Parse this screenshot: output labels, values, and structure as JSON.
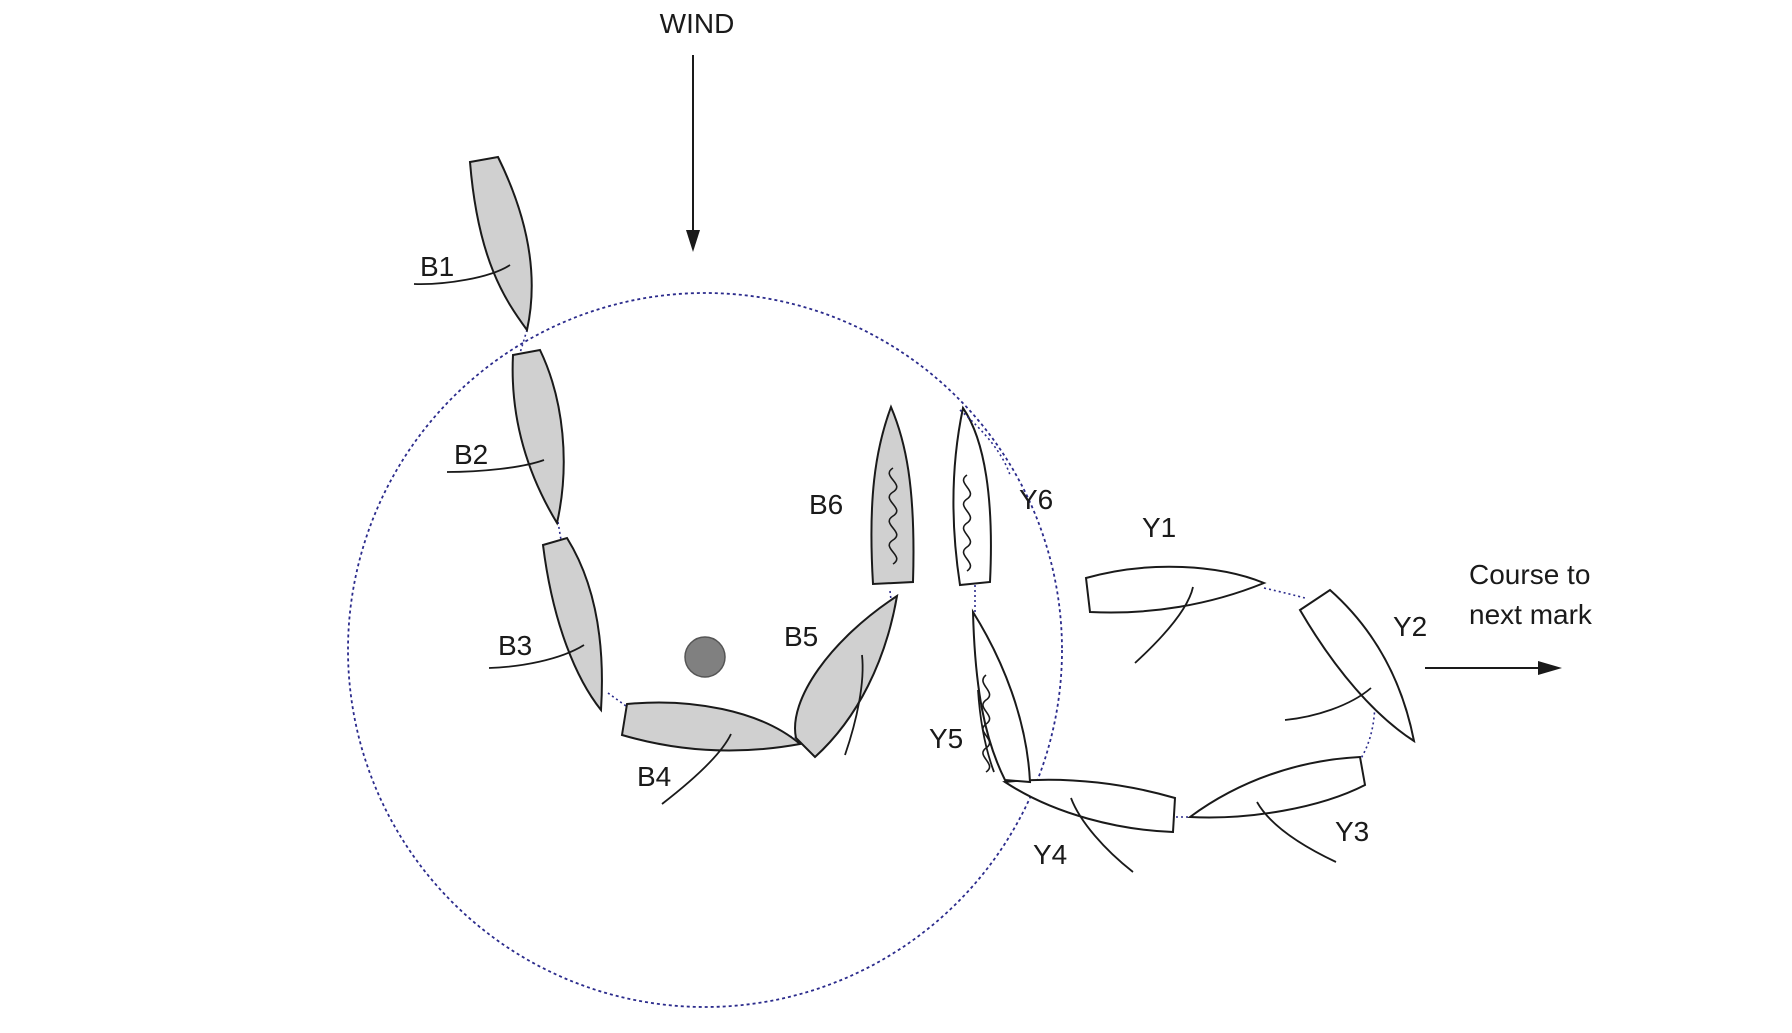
{
  "labels": {
    "wind": "WIND",
    "course_line1": "Course to",
    "course_line2": "next mark"
  },
  "boats": {
    "blue": [
      "B1",
      "B2",
      "B3",
      "B4",
      "B5",
      "B6"
    ],
    "yellow": [
      "Y1",
      "Y2",
      "Y3",
      "Y4",
      "Y5",
      "Y6"
    ]
  },
  "colors": {
    "blue_boat_fill": "#d0d0d0",
    "yellow_boat_fill": "#ffffff",
    "mark": "#808080",
    "zone_circle": "#2b2b8c",
    "overlap_lines": "#2b2b8c"
  }
}
